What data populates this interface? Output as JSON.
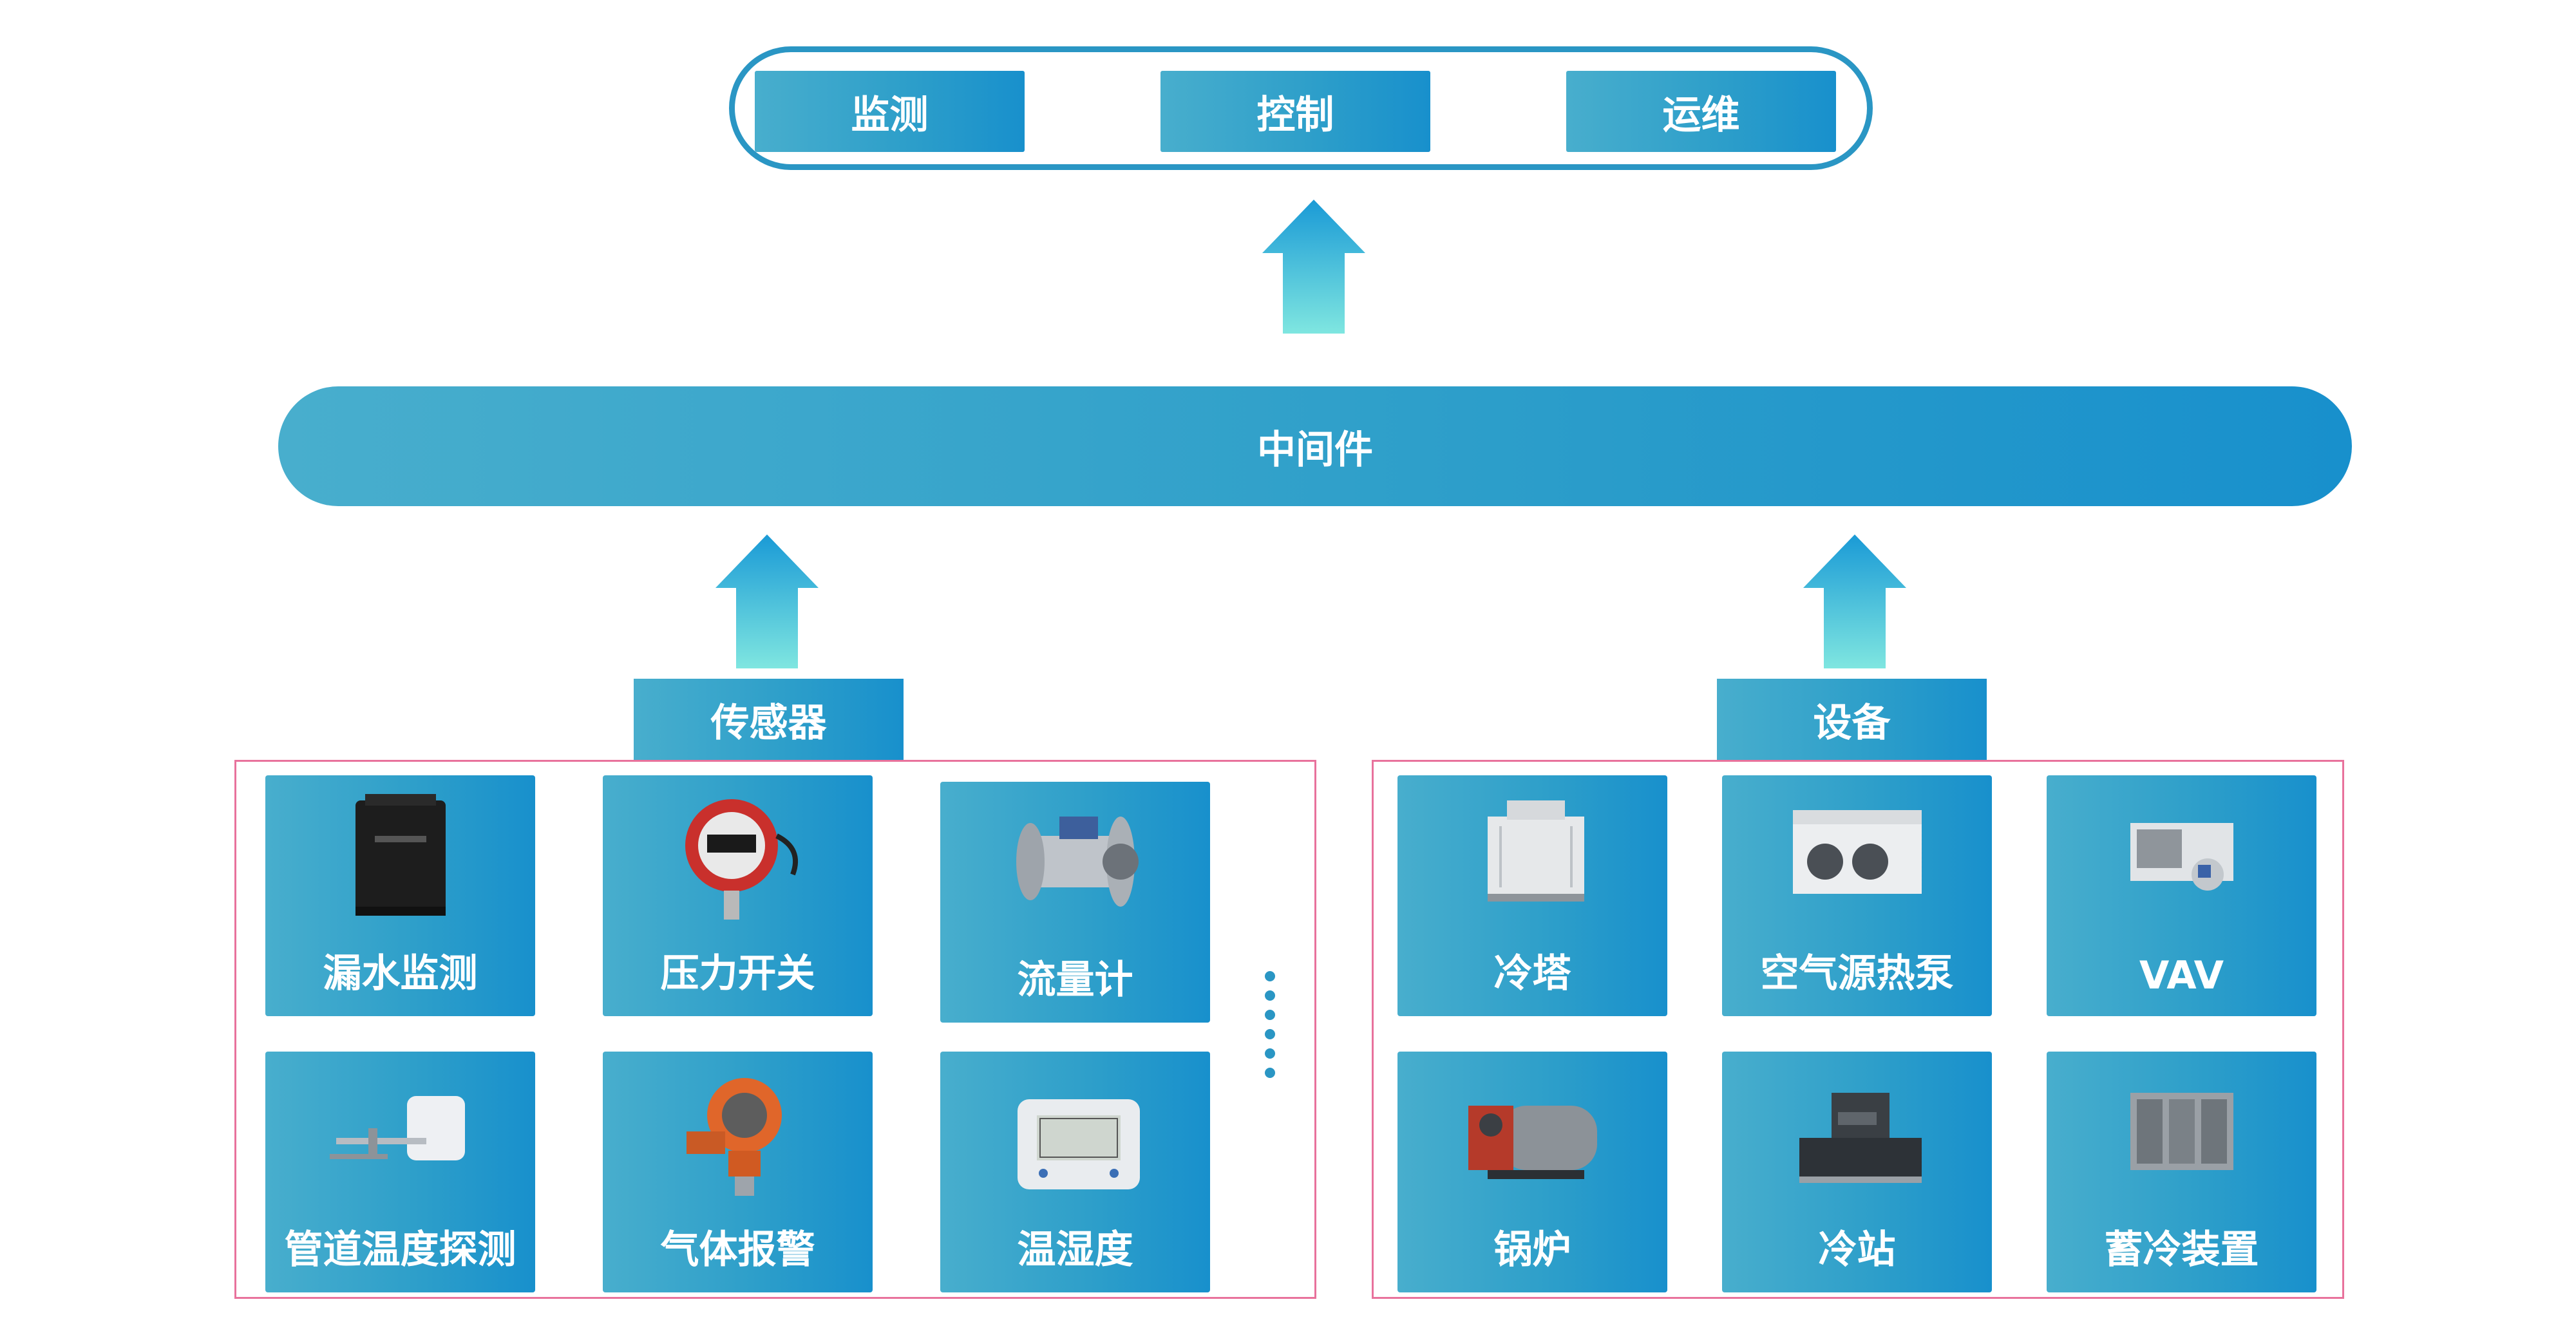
{
  "top": {
    "items": [
      "监测",
      "控制",
      "运维"
    ]
  },
  "middleware": {
    "label": "中间件"
  },
  "sensors": {
    "title": "传感器",
    "items": [
      "漏水监测",
      "压力开关",
      "流量计",
      "管道温度探测",
      "气体报警",
      "温湿度"
    ]
  },
  "equipment": {
    "title": "设备",
    "items": [
      "冷塔",
      "空气源热泵",
      "VAV",
      "锅炉",
      "冷站",
      "蓄冷装置"
    ]
  },
  "colors": {
    "accent": "#2a96c4",
    "gradient_start": "#48aecd",
    "gradient_end": "#1890cc",
    "arrow_top": "#1a9ad6",
    "arrow_bottom": "#7fe6e0",
    "group_border": "#e8729c"
  },
  "icons": {
    "arrow": "up-arrow-icon",
    "more": "vertical-ellipsis-icon"
  }
}
